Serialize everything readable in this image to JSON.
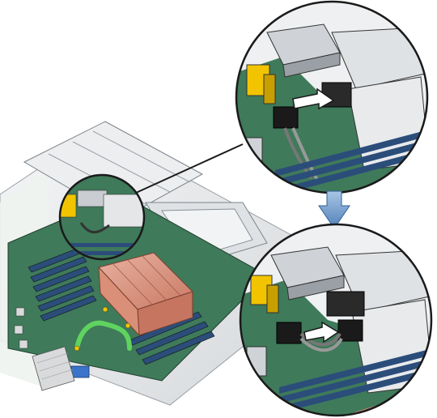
{
  "illustration": {
    "subject": "server-motherboard-cable-connection",
    "callouts": [
      {
        "id": "top-zoom",
        "step": "disconnect-cable"
      },
      {
        "id": "bottom-zoom",
        "step": "connect-cable"
      }
    ],
    "step_arrow": "down-arrow-icon",
    "colors": {
      "board_green": "#3f7a5a",
      "heatsink_copper": "#d9957f",
      "connector_yellow": "#f2c400",
      "chassis_gray": "#e4e6e8",
      "outline": "#1a1a1a",
      "dimm_slot": "#2b4d7a",
      "arrow_blue": "#5e8fc4"
    }
  }
}
